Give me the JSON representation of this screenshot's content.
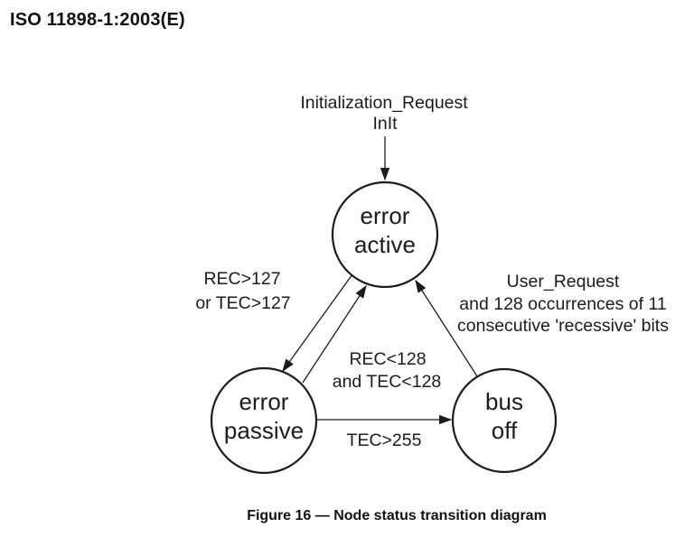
{
  "header": {
    "title": "ISO 11898-1:2003(E)"
  },
  "figure": {
    "caption": "Figure 16 — Node status transition diagram"
  },
  "diagram": {
    "title": "Node status transition diagram",
    "states": [
      {
        "name": "error-active",
        "line1": "error",
        "line2": "active"
      },
      {
        "name": "error-passive",
        "line1": "error",
        "line2": "passive"
      },
      {
        "name": "bus-off",
        "line1": "bus",
        "line2": "off"
      }
    ],
    "transitions": [
      {
        "name": "init-to-error-active",
        "from": "initialization",
        "to": "error-active",
        "label_lines": [
          "Initialization_Request",
          "InIt"
        ]
      },
      {
        "name": "error-active-to-error-passive",
        "from": "error-active",
        "to": "error-passive",
        "label_lines": [
          "REC>127",
          "or TEC>127"
        ]
      },
      {
        "name": "error-passive-to-error-active",
        "from": "error-passive",
        "to": "error-active",
        "label_lines": [
          "REC<128",
          "and TEC<128"
        ]
      },
      {
        "name": "bus-off-to-error-active",
        "from": "bus-off",
        "to": "error-active",
        "label_lines": [
          "User_Request",
          "and 128 occurrences of 11",
          "consecutive 'recessive' bits"
        ]
      },
      {
        "name": "error-passive-to-bus-off",
        "from": "error-passive",
        "to": "bus-off",
        "label_lines": [
          "TEC>255"
        ]
      }
    ],
    "colors": {
      "ink": "#1c1c1c",
      "background": "#ffffff"
    }
  }
}
